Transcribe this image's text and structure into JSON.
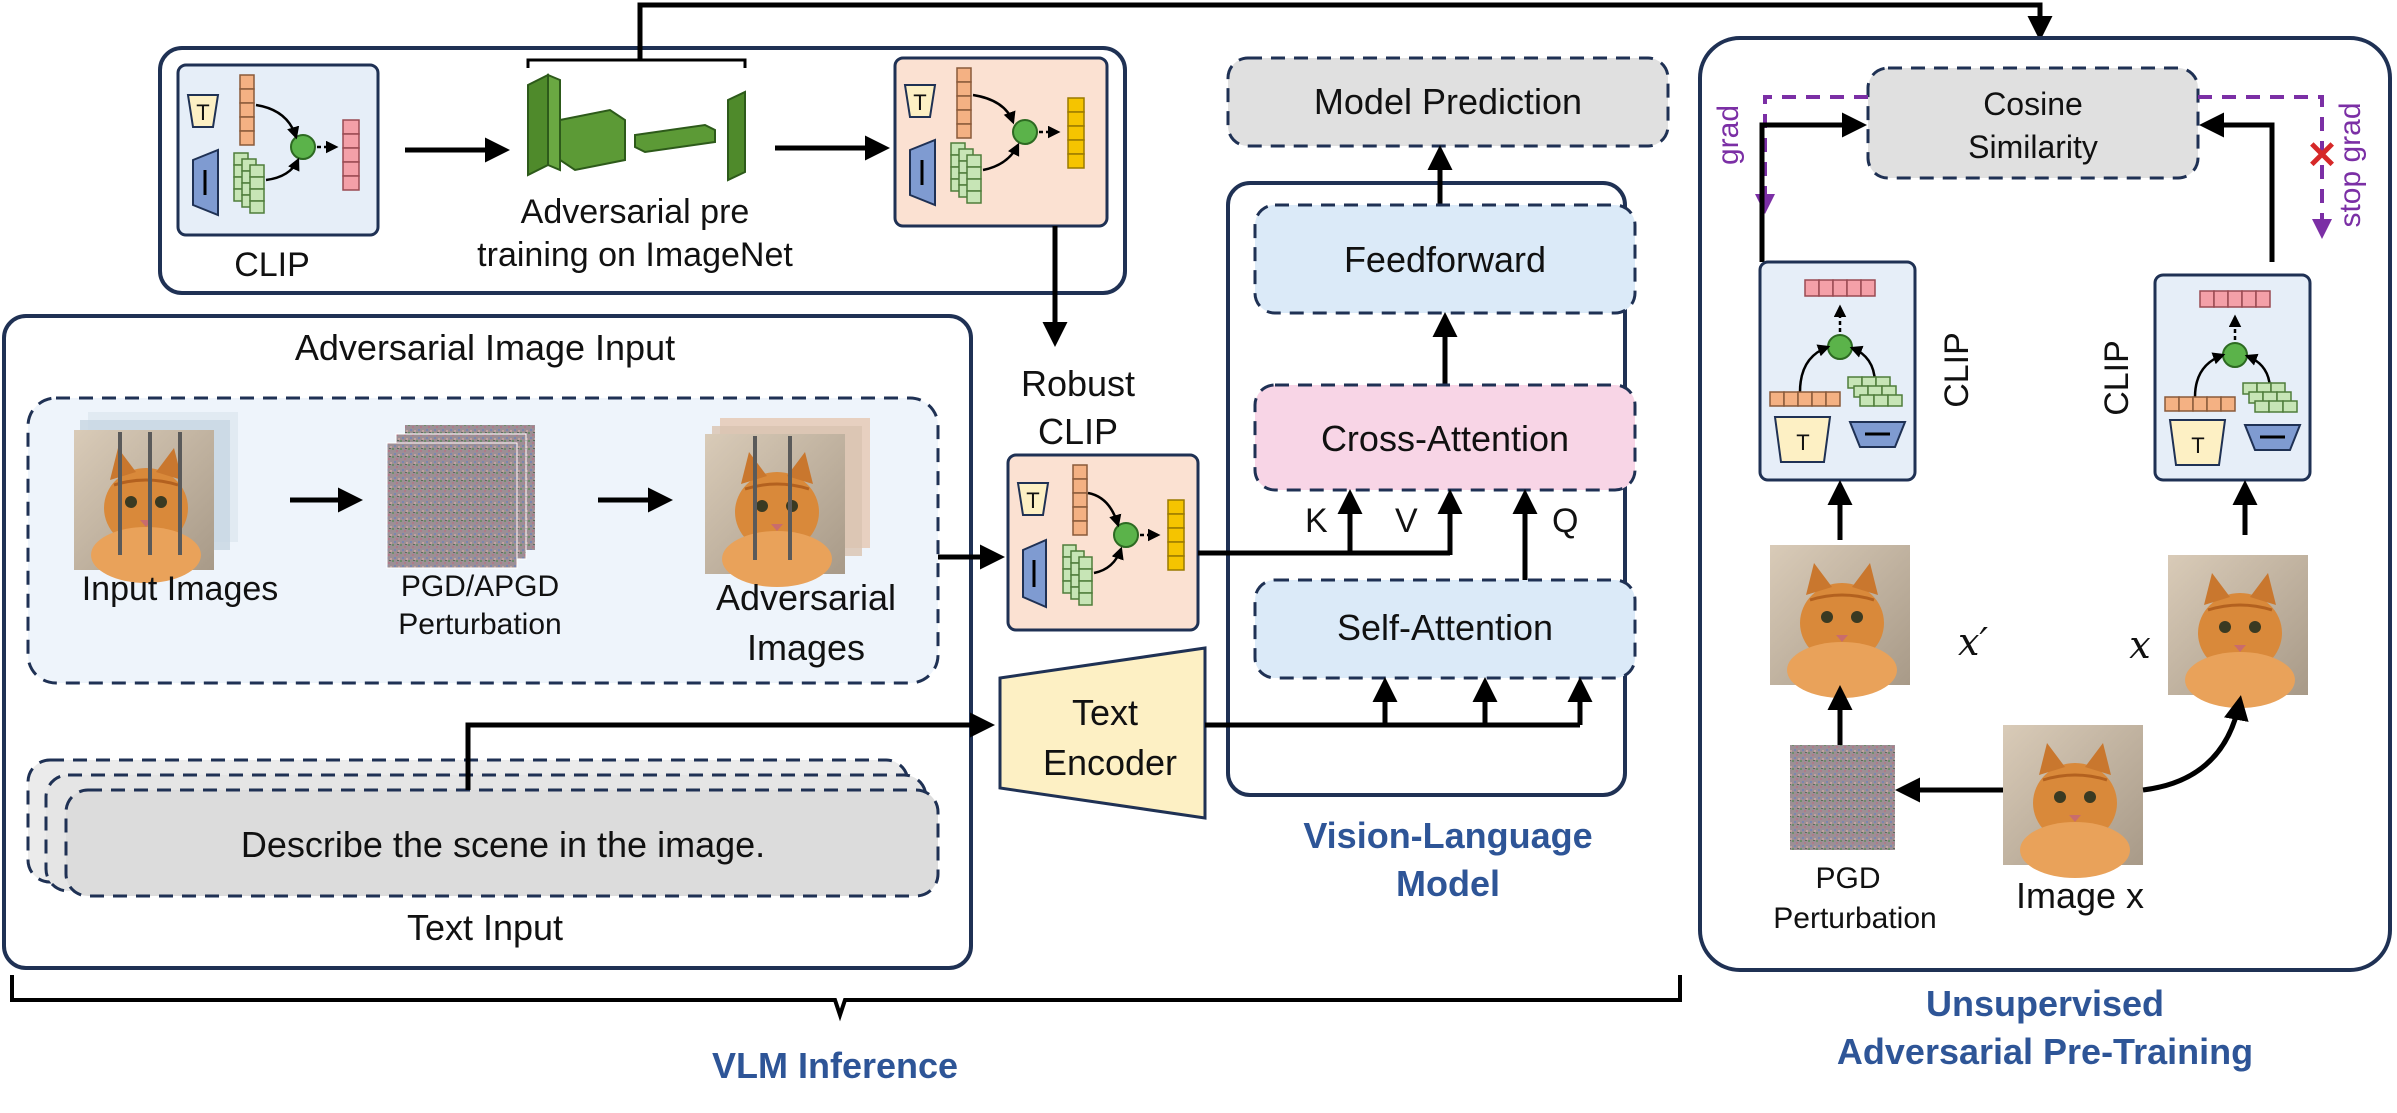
{
  "top_box": {
    "clip_label": "CLIP",
    "adv_label_1": "Adversarial pre",
    "adv_label_2": "training on ImageNet"
  },
  "robust_clip": {
    "line1": "Robust",
    "line2": "CLIP"
  },
  "adv_input": {
    "title": "Adversarial Image Input",
    "input_images": "Input Images",
    "pgd_1": "PGD/APGD",
    "pgd_2": "Perturbation",
    "adv_images_1": "Adversarial",
    "adv_images_2": "Images",
    "prompt": "Describe the scene in the image.",
    "text_input": "Text Input"
  },
  "text_encoder": {
    "line1": "Text",
    "line2": "Encoder"
  },
  "vlm": {
    "model_prediction": "Model Prediction",
    "feedforward": "Feedforward",
    "cross_attention": "Cross-Attention",
    "self_attention": "Self-Attention",
    "k": "K",
    "v": "V",
    "q": "Q",
    "title_1": "Vision-Language",
    "title_2": "Model"
  },
  "vlm_inference": "VLM  Inference",
  "pretrain": {
    "cosine_1": "Cosine",
    "cosine_2": "Similarity",
    "grad": "grad",
    "stop_grad": "stop grad",
    "clip_left": "CLIP",
    "clip_right": "CLIP",
    "x_prime": "x′",
    "x": "x",
    "pgd_1": "PGD",
    "pgd_2": "Perturbation",
    "image_x": "Image x",
    "title_1": "Unsupervised",
    "title_2": "Adversarial Pre-Training"
  },
  "colors": {
    "navy": "#1f3154",
    "title_blue": "#2e5597",
    "clip_bg_blue": "#e6eef8",
    "clip_bg_peach": "#fbe1d2",
    "green_net": "#4f8a2b",
    "dash_blue_fill": "#dbeaf8",
    "cross_attn_fill": "#f8d5e6",
    "pred_fill": "#e0e0e0",
    "text_encoder_fill": "#fdf0c4",
    "purple": "#7b2fa5"
  },
  "icons": [
    "clip-icon",
    "cat-photo",
    "noise-image",
    "resnet-icon"
  ]
}
